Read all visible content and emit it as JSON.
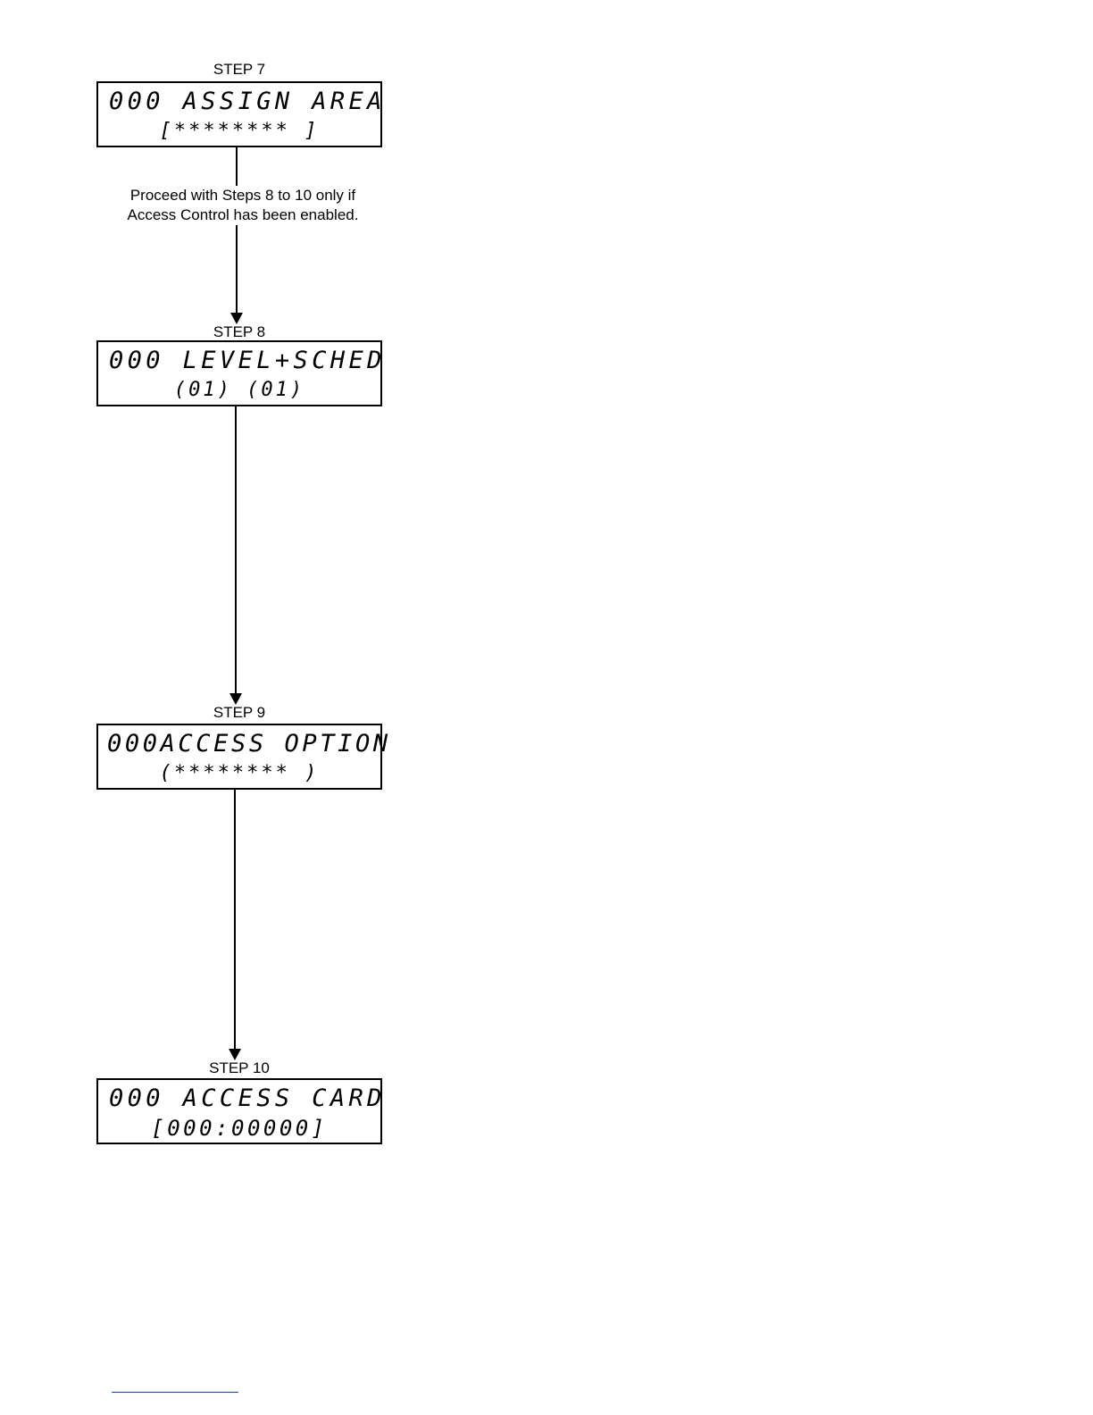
{
  "steps": [
    {
      "label": "STEP 7",
      "line1": "000 ASSIGN AREA",
      "line2": "[******** ]"
    },
    {
      "label": "STEP 8",
      "line1": "000 LEVEL+SCHED",
      "line2": "(01) (01)"
    },
    {
      "label": "STEP 9",
      "line1": "000ACCESS OPTION",
      "line2": "(******** )"
    },
    {
      "label": "STEP 10",
      "line1": "000 ACCESS CARD",
      "line2": "[000:00000]"
    }
  ],
  "note": {
    "line1": "Proceed with Steps 8 to 10 only if",
    "line2": "Access Control has been enabled."
  },
  "colors": {
    "ink": "#000000",
    "footer_rule": "#1a3fa8"
  }
}
